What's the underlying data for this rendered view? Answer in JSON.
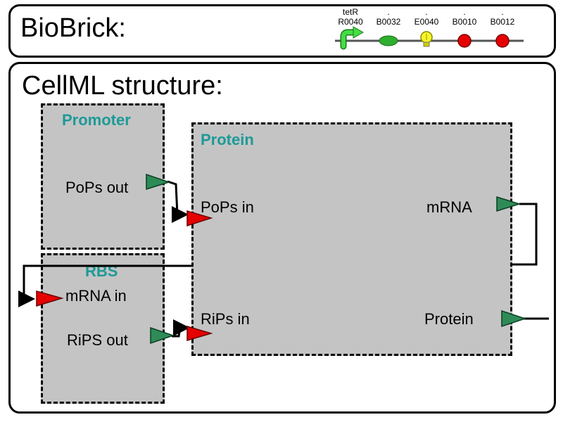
{
  "biobrick": {
    "title": "BioBrick:",
    "parts": [
      {
        "name": "R0040",
        "sublabel": "tetR",
        "kind": "promoter",
        "color": "#33cc33"
      },
      {
        "name": "B0032",
        "sublabel": ".",
        "kind": "rbs",
        "color": "#2fae2f"
      },
      {
        "name": "E0040",
        "sublabel": ".",
        "kind": "reporter",
        "color": "#f2f21a"
      },
      {
        "name": "B0010",
        "sublabel": ".",
        "kind": "terminator",
        "color": "#e60000"
      },
      {
        "name": "B0012",
        "sublabel": ".",
        "kind": "terminator",
        "color": "#e60000"
      }
    ]
  },
  "cellml": {
    "title": "CellML structure:",
    "promoter": {
      "title": "Promoter",
      "ports": {
        "pops_out": "PoPs out"
      }
    },
    "rbs": {
      "title": "RBS",
      "ports": {
        "mrna_in": "mRNA in",
        "rips_out": "RiPS out"
      }
    },
    "protein": {
      "title": "Protein",
      "ports": {
        "pops_in": "PoPs in",
        "mrna": "mRNA",
        "rips_in": "RiPs in",
        "protein": "Protein"
      }
    }
  },
  "colors": {
    "title_teal": "#1d9a98",
    "box_fill": "#c4c4c4",
    "port_out_green": "#2e8b57",
    "port_in_red": "#e60000"
  }
}
